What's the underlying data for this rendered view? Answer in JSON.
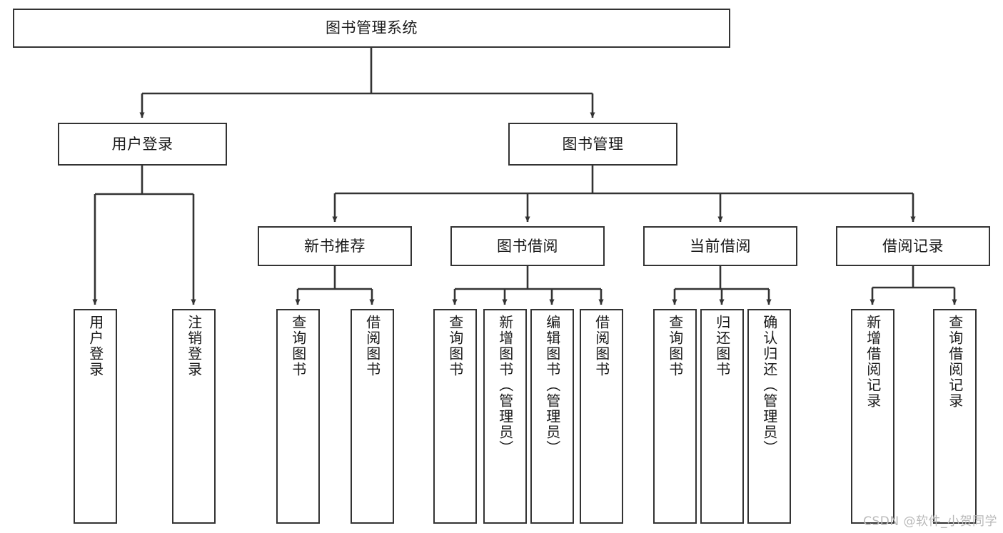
{
  "diagram": {
    "type": "tree",
    "title": "图书管理系统",
    "orientation": "top-down",
    "colors": {
      "box_border": "#333333",
      "box_fill": "#ffffff",
      "connector": "#333333",
      "text": "#1a1a1a",
      "watermark": "#b9b9b9",
      "background": "#ffffff"
    },
    "root": {
      "id": "root",
      "label": "图书管理系统",
      "text_direction": "horizontal"
    },
    "level2": [
      {
        "id": "user-login",
        "label": "用户登录",
        "text_direction": "horizontal"
      },
      {
        "id": "book-manage",
        "label": "图书管理",
        "text_direction": "horizontal"
      }
    ],
    "level3": [
      {
        "id": "new-book-recommend",
        "label": "新书推荐",
        "text_direction": "horizontal",
        "parent": "book-manage"
      },
      {
        "id": "book-borrow",
        "label": "图书借阅",
        "text_direction": "horizontal",
        "parent": "book-manage"
      },
      {
        "id": "current-borrow",
        "label": "当前借阅",
        "text_direction": "horizontal",
        "parent": "book-manage"
      },
      {
        "id": "borrow-record",
        "label": "借阅记录",
        "text_direction": "horizontal",
        "parent": "book-manage"
      }
    ],
    "leaves": {
      "user_login": [
        {
          "id": "leaf-user-login",
          "label": "用户登录",
          "text_direction": "vertical"
        },
        {
          "id": "leaf-user-logout",
          "label": "注销登录",
          "text_direction": "vertical"
        }
      ],
      "new_book_recommend": [
        {
          "id": "leaf-query-book-1",
          "label": "查询图书",
          "text_direction": "vertical"
        },
        {
          "id": "leaf-borrow-book-1",
          "label": "借阅图书",
          "text_direction": "vertical"
        }
      ],
      "book_borrow": [
        {
          "id": "leaf-query-book-2",
          "label": "查询图书",
          "text_direction": "vertical"
        },
        {
          "id": "leaf-add-book",
          "label": "新增图书（管理员）",
          "text_direction": "vertical"
        },
        {
          "id": "leaf-edit-book",
          "label": "编辑图书（管理员）",
          "text_direction": "vertical"
        },
        {
          "id": "leaf-borrow-book-2",
          "label": "借阅图书",
          "text_direction": "vertical"
        }
      ],
      "current_borrow": [
        {
          "id": "leaf-query-book-3",
          "label": "查询图书",
          "text_direction": "vertical"
        },
        {
          "id": "leaf-return-book",
          "label": "归还图书",
          "text_direction": "vertical"
        },
        {
          "id": "leaf-confirm-return",
          "label": "确认归还（管理员）",
          "text_direction": "vertical"
        }
      ],
      "borrow_record": [
        {
          "id": "leaf-add-borrow-record",
          "label": "新增借阅记录",
          "text_direction": "vertical"
        },
        {
          "id": "leaf-query-borrow-record",
          "label": "查询借阅记录",
          "text_direction": "vertical"
        }
      ]
    },
    "edges": [
      {
        "from": "root",
        "to": "user-login"
      },
      {
        "from": "root",
        "to": "book-manage"
      },
      {
        "from": "user-login",
        "to": "leaf-user-login"
      },
      {
        "from": "user-login",
        "to": "leaf-user-logout"
      },
      {
        "from": "book-manage",
        "to": "new-book-recommend"
      },
      {
        "from": "book-manage",
        "to": "book-borrow"
      },
      {
        "from": "book-manage",
        "to": "current-borrow"
      },
      {
        "from": "book-manage",
        "to": "borrow-record"
      },
      {
        "from": "new-book-recommend",
        "to": "leaf-query-book-1"
      },
      {
        "from": "new-book-recommend",
        "to": "leaf-borrow-book-1"
      },
      {
        "from": "book-borrow",
        "to": "leaf-query-book-2"
      },
      {
        "from": "book-borrow",
        "to": "leaf-add-book"
      },
      {
        "from": "book-borrow",
        "to": "leaf-edit-book"
      },
      {
        "from": "book-borrow",
        "to": "leaf-borrow-book-2"
      },
      {
        "from": "current-borrow",
        "to": "leaf-query-book-3"
      },
      {
        "from": "current-borrow",
        "to": "leaf-return-book"
      },
      {
        "from": "current-borrow",
        "to": "leaf-confirm-return"
      },
      {
        "from": "borrow-record",
        "to": "leaf-add-borrow-record"
      },
      {
        "from": "borrow-record",
        "to": "leaf-query-borrow-record"
      }
    ]
  },
  "watermark": {
    "text": "CSDN @软件_小贺同学"
  }
}
